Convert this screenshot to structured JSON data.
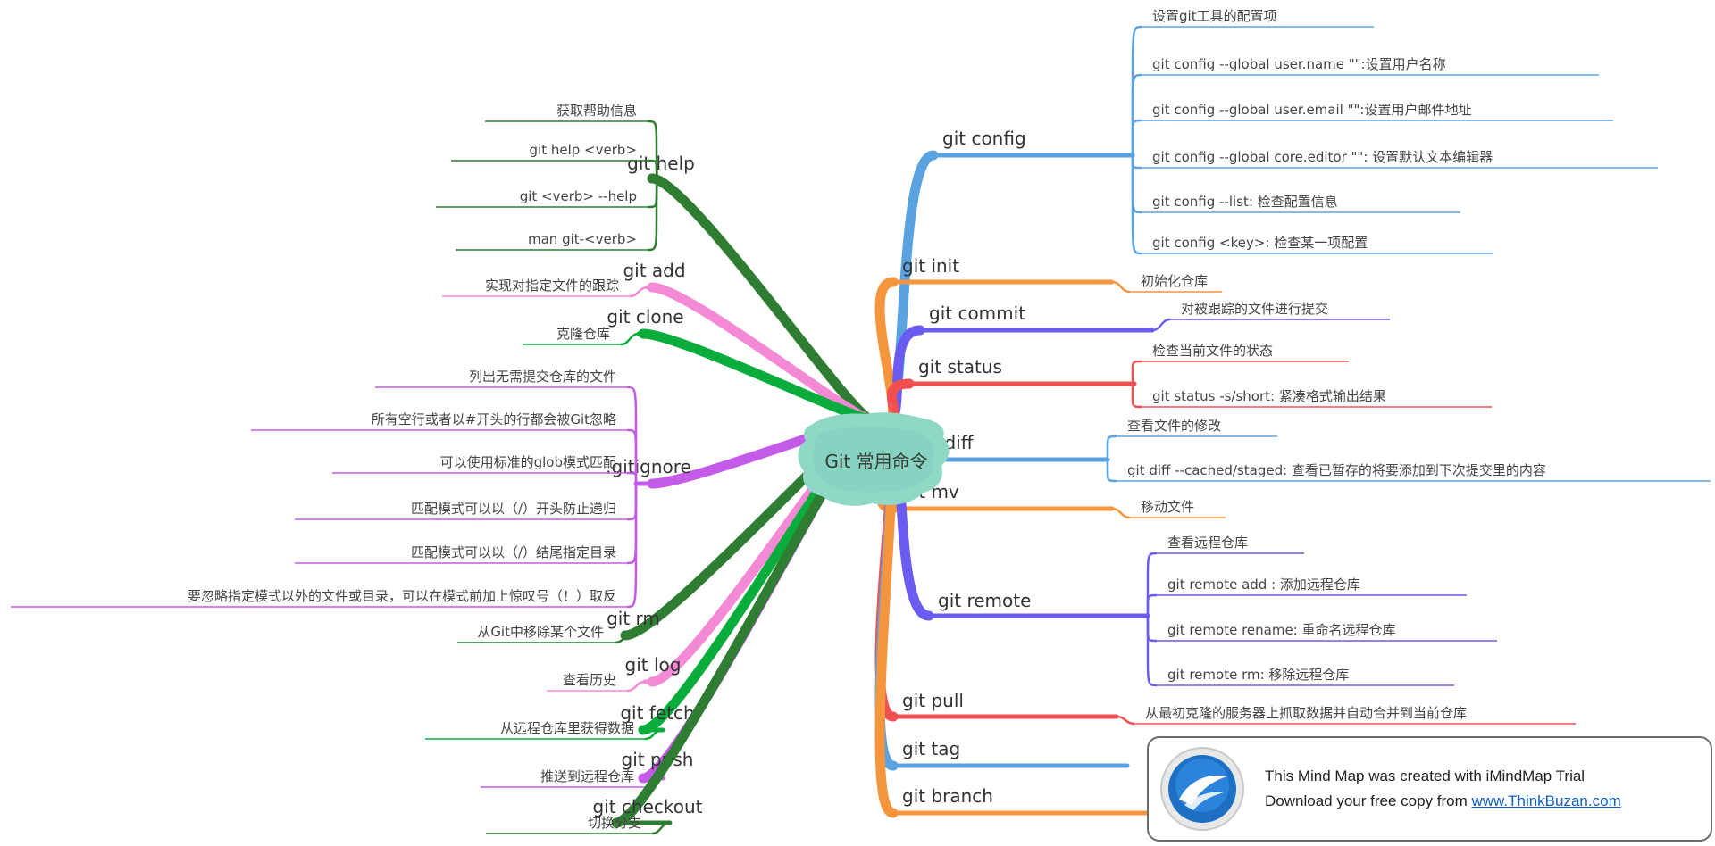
{
  "center": {
    "label": "Git 常用命令"
  },
  "branches": [
    {
      "side": "right",
      "label": "git config",
      "color": "#5ba3e0",
      "leaves": [
        "设置git工具的配置项",
        "git config --global user.name \"\":设置用户名称",
        "git config --global user.email \"\":设置用户邮件地址",
        "git config --global core.editor \"\": 设置默认文本编辑器",
        "git config --list: 检查配置信息",
        "git config <key>: 检查某一项配置"
      ]
    },
    {
      "side": "right",
      "label": "git init",
      "color": "#f5963f",
      "leaves": [
        "初始化仓库"
      ]
    },
    {
      "side": "right",
      "label": "git commit",
      "color": "#6a5cf0",
      "leaves": [
        "对被跟踪的文件进行提交"
      ]
    },
    {
      "side": "right",
      "label": "git status",
      "color": "#f25050",
      "leaves": [
        "检查当前文件的状态",
        "git status -s/short: 紧凑格式输出结果"
      ]
    },
    {
      "side": "right",
      "label": "git diff",
      "color": "#5ba3e0",
      "leaves": [
        "查看文件的修改",
        "git diff --cached/staged: 查看已暂存的将要添加到下次提交里的内容"
      ]
    },
    {
      "side": "right",
      "label": "git mv",
      "color": "#f5963f",
      "leaves": [
        "移动文件"
      ]
    },
    {
      "side": "right",
      "label": "git remote",
      "color": "#6a5cf0",
      "leaves": [
        "查看远程仓库",
        "git remote add : 添加远程仓库",
        "git remote rename: 重命名远程仓库",
        "git remote rm: 移除远程仓库"
      ]
    },
    {
      "side": "right",
      "label": "git pull",
      "color": "#f25050",
      "leaves": [
        "从最初克隆的服务器上抓取数据并自动合并到当前仓库"
      ]
    },
    {
      "side": "right",
      "label": "git tag",
      "color": "#5ba3e0",
      "leaves": []
    },
    {
      "side": "right",
      "label": "git branch",
      "color": "#f5963f",
      "leaves": []
    },
    {
      "side": "left",
      "label": "git help",
      "color": "#2e7d32",
      "leaves": [
        "获取帮助信息",
        "git help <verb>",
        "git <verb> --help",
        "man git-<verb>"
      ]
    },
    {
      "side": "left",
      "label": "git add",
      "color": "#f48ad6",
      "leaves": [
        "实现对指定文件的跟踪"
      ]
    },
    {
      "side": "left",
      "label": "git clone",
      "color": "#0aad3c",
      "leaves": [
        "克隆仓库"
      ]
    },
    {
      "side": "left",
      "label": ".gitignore",
      "color": "#c45ae8",
      "leaves": [
        "列出无需提交仓库的文件",
        "所有空行或者以#开头的行都会被Git忽略",
        "可以使用标准的glob模式匹配",
        "匹配模式可以以（/）开头防止递归",
        "匹配模式可以以（/）结尾指定目录",
        "要忽略指定模式以外的文件或目录，可以在模式前加上惊叹号（！）取反"
      ]
    },
    {
      "side": "left",
      "label": "git rm",
      "color": "#2e7d32",
      "leaves": [
        "从Git中移除某个文件"
      ]
    },
    {
      "side": "left",
      "label": "git log",
      "color": "#f48ad6",
      "leaves": [
        "查看历史"
      ]
    },
    {
      "side": "left",
      "label": "git fetch",
      "color": "#0aad3c",
      "leaves": [
        "从远程仓库里获得数据"
      ]
    },
    {
      "side": "left",
      "label": "git push",
      "color": "#c45ae8",
      "leaves": [
        "推送到远程仓库"
      ]
    },
    {
      "side": "left",
      "label": "git checkout",
      "color": "#2e7d32",
      "leaves": [
        "切换分支"
      ]
    }
  ],
  "watermark": {
    "line1": "This Mind Map was created with iMindMap Trial",
    "line2_prefix": "Download your free copy from ",
    "link": "www.ThinkBuzan.com"
  }
}
